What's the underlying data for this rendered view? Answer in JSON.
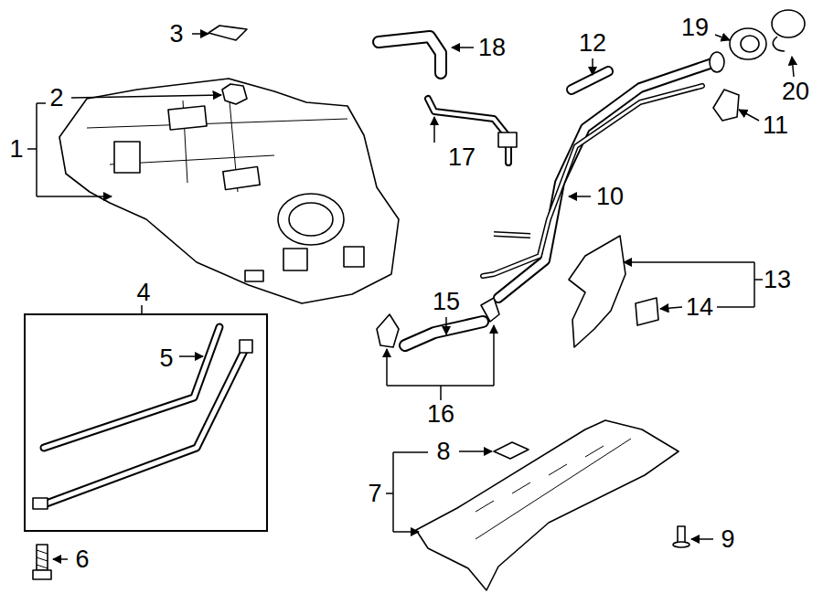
{
  "diagram": {
    "nodes": [
      {
        "text": [
          "4",
          "5"
        ]
      }
    ],
    "labels": [
      "1",
      "2",
      "3",
      "6",
      "7",
      "8",
      "9",
      "10",
      "11",
      "12",
      "13",
      "14",
      "15",
      "16",
      "17",
      "18",
      "19",
      "20"
    ]
  }
}
